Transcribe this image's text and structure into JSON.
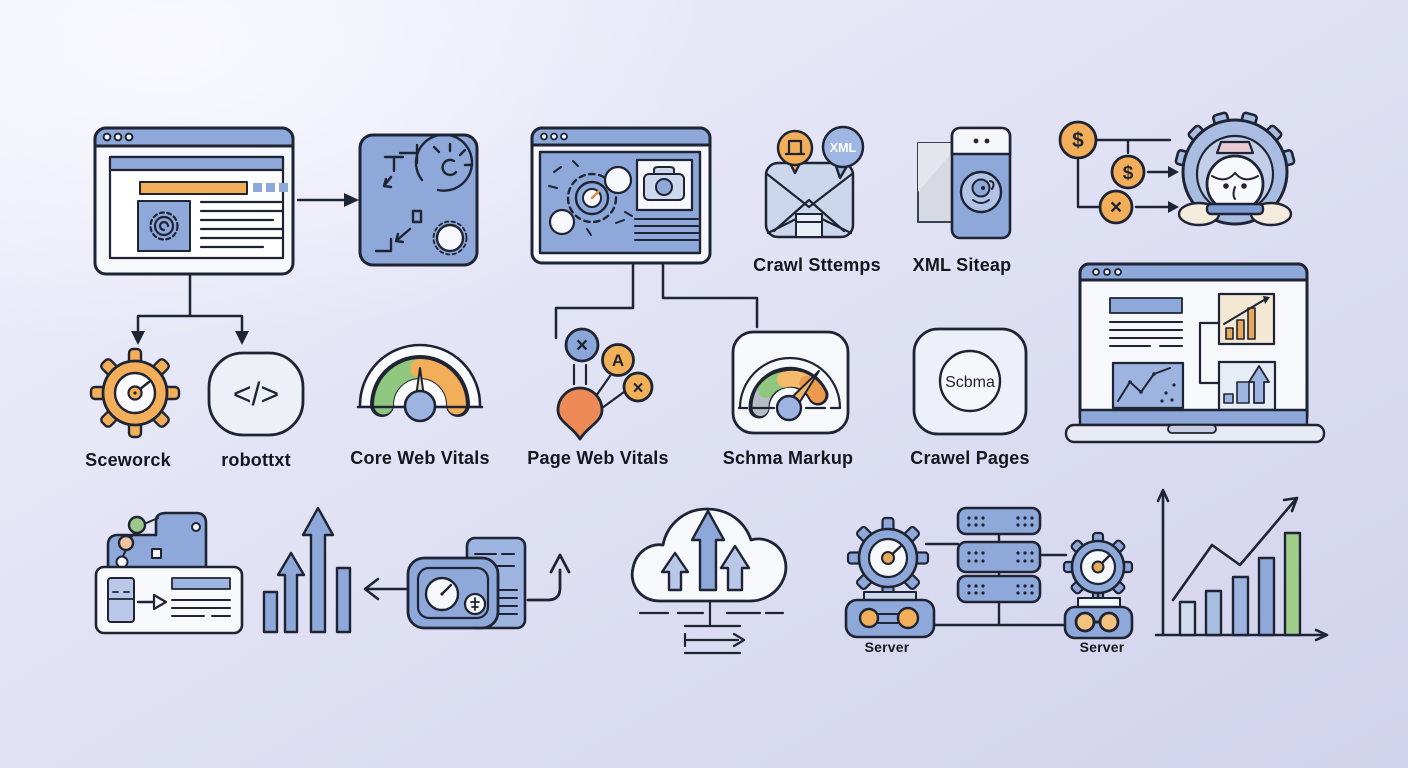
{
  "illustration": "SEO technical concepts diagram",
  "colors": {
    "background": "#e2e3f6",
    "ink": "#1e2433",
    "blue": "#8ea8d9",
    "blue_light": "#bcc9e8",
    "blue_pale": "#dde4f4",
    "orange": "#f3ae5a",
    "orange_deep": "#ee8a55",
    "green": "#90c77e",
    "gray": "#b9bcc4",
    "white": "#f7f8fc"
  },
  "row1": {
    "crawl_streams": {
      "label": "Crawl Sttemps",
      "pin_text": "XML"
    },
    "xml_sitemap": {
      "label": "XML Siteap"
    },
    "money_flow": {
      "badge_top": "$",
      "badge_mid": "$",
      "badge_bottom": "×"
    }
  },
  "row2": {
    "gear_tool": {
      "label": "Sceworck"
    },
    "robots_txt": {
      "label": "robottxt",
      "glyph": "</>"
    },
    "core_web_vitals": {
      "label": "Core Web Vitals"
    },
    "page_web_vitals": {
      "label": "Page Web Vitals",
      "badge_x1": "×",
      "badge_a": "A",
      "badge_x2": "×"
    },
    "schema_markup": {
      "label": "Schma Markup"
    },
    "crawled_pages": {
      "label": "Crawel Pages",
      "circle_text": "Scbma"
    }
  },
  "row3": {
    "server_left": {
      "label": "Server"
    },
    "server_right": {
      "label": "Server"
    }
  }
}
